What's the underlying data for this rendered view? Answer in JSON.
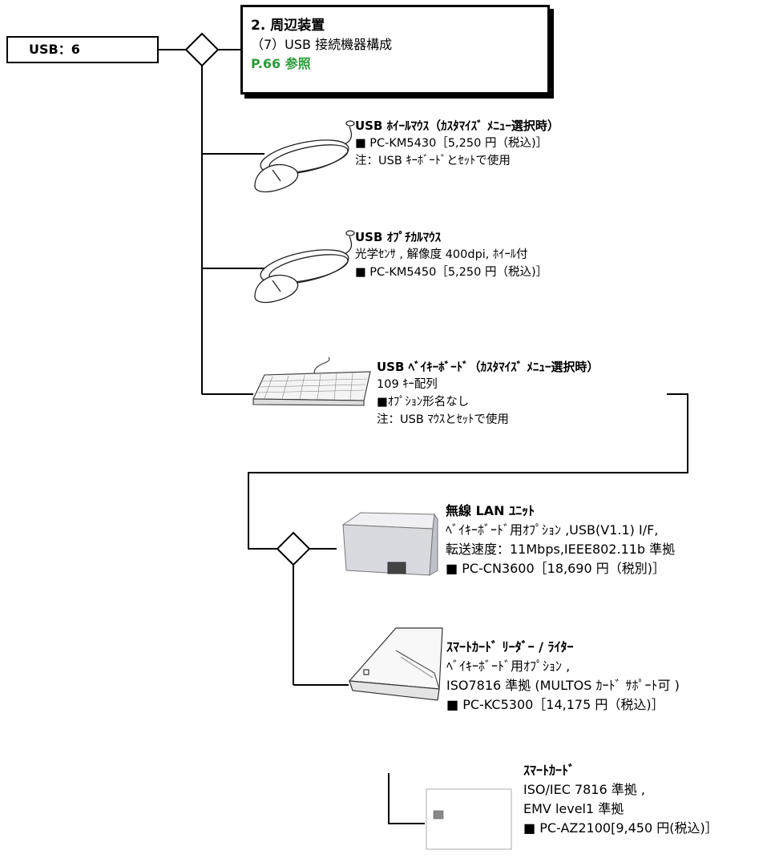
{
  "root": {
    "label": "USB：6"
  },
  "reference": {
    "title": "2. 周辺装置",
    "subtitle": "（7）USB 接続機器構成",
    "page_ref": "P.66 参照",
    "page_ref_color": "#2e9a3c"
  },
  "items": [
    {
      "id": "wheel-mouse",
      "name": "USB ﾎｲｰﾙﾏｳｽ（ｶｽﾀﾏｲｽﾞ ﾒﾆｭｰ選択時）",
      "lines": [
        "■ PC-KM5430［5,250 円（税込)］",
        "注：USB ｷｰﾎﾞｰﾄﾞとｾｯﾄで使用"
      ],
      "icon": "mouse-icon"
    },
    {
      "id": "optical-mouse",
      "name": "USB ｵﾌﾟﾁｶﾙﾏｳｽ",
      "lines": [
        "光学ｾﾝｻ , 解像度 400dpi, ﾎｲｰﾙ付",
        "■ PC-KM5450［5,250 円（税込)］"
      ],
      "icon": "mouse-icon"
    },
    {
      "id": "usb-keyboard",
      "name": "USB ﾍﾞｲｷｰﾎﾞｰﾄﾞ（ｶｽﾀﾏｲｽﾞ ﾒﾆｭｰ選択時）",
      "lines": [
        "109 ｷｰ配列",
        "■ｵﾌﾟｼｮﾝ形名なし",
        "注：USB ﾏｳｽとｾｯﾄで使用"
      ],
      "icon": "keyboard-icon"
    },
    {
      "id": "wireless-lan",
      "name": "無線 LAN ﾕﾆｯﾄ",
      "lines": [
        "ﾍﾞｲｷｰﾎﾞｰﾄﾞ用ｵﾌﾟｼｮﾝ ,USB(V1.1) I/F,",
        "転送速度：11Mbps,IEEE802.11b 準拠",
        "■ PC-CN3600［18,690 円（税別)］"
      ],
      "icon": "lan-unit-icon"
    },
    {
      "id": "card-reader",
      "name": "ｽﾏｰﾄｶｰﾄﾞ ﾘｰﾀﾞｰ / ﾗｲﾀｰ",
      "lines": [
        "ﾍﾞｲｷｰﾎﾞｰﾄﾞ用ｵﾌﾟｼｮﾝ ,",
        "ISO7816 準拠 (MULTOS ｶｰﾄﾞ ｻﾎﾟｰﾄ可 )",
        "■ PC-KC5300［14,175 円（税込)］"
      ],
      "icon": "card-reader-icon"
    },
    {
      "id": "smart-card",
      "name": "ｽﾏｰﾄｶｰﾄﾞ",
      "lines": [
        "ISO/IEC 7816 準拠 ,",
        "EMV level1 準拠",
        "■ PC-AZ2100[9,450 円(税込)］"
      ],
      "icon": "smart-card-icon"
    }
  ]
}
